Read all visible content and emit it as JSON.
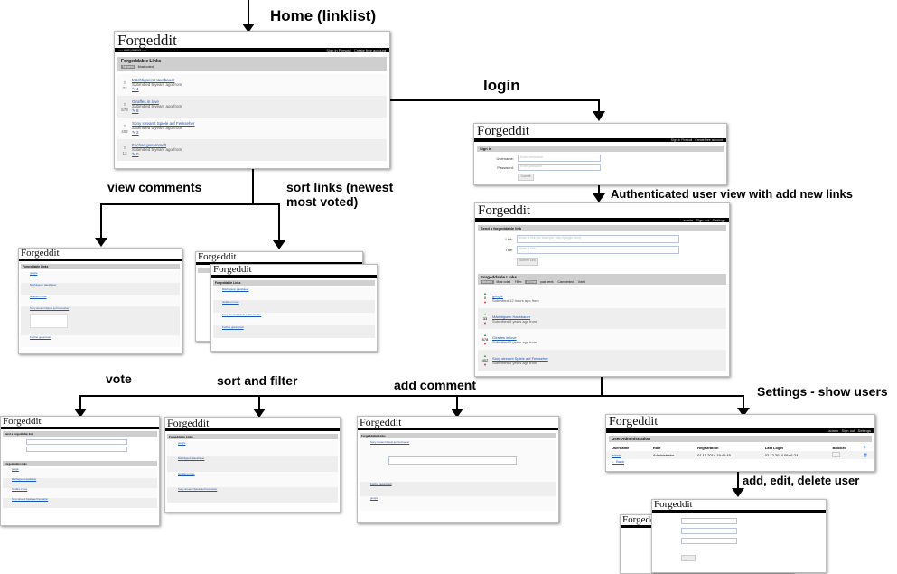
{
  "labels": {
    "home": "Home (linklist)",
    "login": "login",
    "authenticated": "Authenticated user view with add new links",
    "view_comments": "view comments",
    "sort_links": "sort links (newest\nmost voted)",
    "vote": "vote",
    "sort_filter": "sort and filter",
    "add_comment": "add comment",
    "settings": "Settings - show users",
    "add_edit": "add, edit, delete user"
  },
  "app": {
    "logo": "Forgeddit",
    "tagline": "~~~ what you want ~~~",
    "nav_sign_in": "Sign in Firewall",
    "nav_create": "Create free account",
    "nav_admin": "admin",
    "nav_sign_out": "Sign out",
    "nav_settings": "Settings"
  },
  "home": {
    "section_title": "Forgeddable Links",
    "sort_newest": "Newest",
    "sort_most": "Most voted",
    "links": [
      {
        "score": "33",
        "title": "Mächtigsein Hausbauer",
        "meta": "Submitted 5 years ago from",
        "comments": "4"
      },
      {
        "score": "578",
        "title": "Giraffes in love",
        "meta": "Submitted 5 years ago from",
        "comments": "8"
      },
      {
        "score": "402",
        "title": "Sony streamt Spiele auf Fernseher",
        "meta": "Submitted 5 years ago from",
        "comments": "2"
      },
      {
        "score": "13",
        "title": "Fuchse gesammelt",
        "meta": "Submitted 5 years ago from",
        "comments": "0"
      }
    ]
  },
  "login": {
    "section_title": "Sign in",
    "username_label": "Username:",
    "username_placeholder": "Enter username",
    "password_label": "Password:",
    "password_placeholder": "Enter password",
    "submit": "Submit"
  },
  "auth": {
    "send_title": "Send a forgeddable link",
    "link_label": "Link:",
    "link_placeholder": "Enter a link (for example: http://google.com)",
    "title_label": "Title:",
    "title_placeholder": "Enter a title",
    "submit": "Submit Link",
    "section_title": "Forgeddable Links",
    "filters": [
      "Newest",
      "Most voted",
      "Filter:",
      "All time",
      "past week",
      "Commented",
      "Voted"
    ],
    "links": [
      {
        "score": "0",
        "title": "google",
        "meta": "Submitted 12 hours ago from"
      },
      {
        "score": "33",
        "title": "Mächtigsein Hausbauer",
        "meta": "Submitted 5 years ago from"
      },
      {
        "score": "578",
        "title": "Giraffes in love",
        "meta": "Submitted 5 years ago from"
      },
      {
        "score": "402",
        "title": "Sony streamt Spiele auf Fernseher",
        "meta": "Submitted 5 years ago from"
      }
    ]
  },
  "admin": {
    "section_title": "User Administration",
    "columns": [
      "Username",
      "Role",
      "Registration",
      "Last Login",
      "Blocked"
    ],
    "row": [
      "admin",
      "Administrator",
      "01.12.2014 19:46:45",
      "02.12.2014 09:01:24"
    ],
    "back": "Back"
  }
}
